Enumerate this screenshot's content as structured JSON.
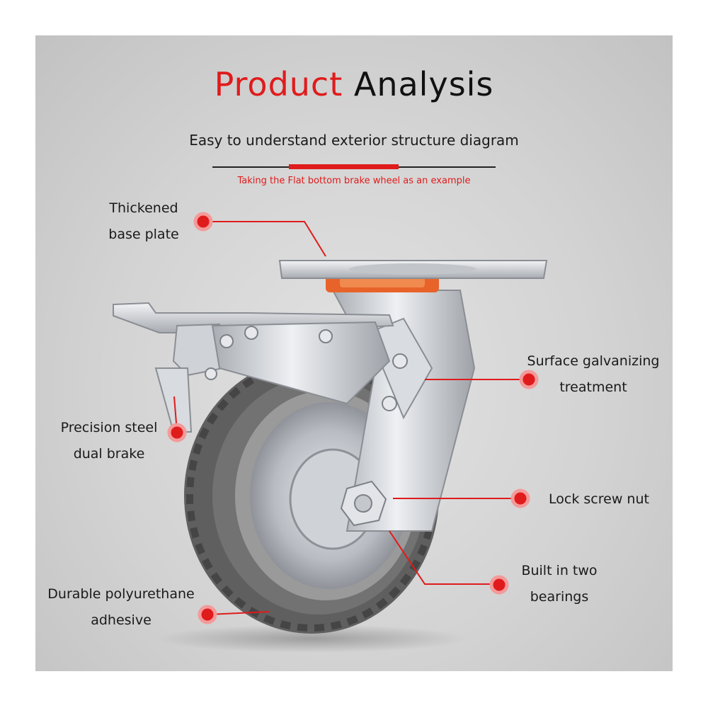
{
  "title": {
    "highlight": "Product",
    "rest": "Analysis"
  },
  "subtitle": "Easy to understand exterior structure diagram",
  "caption": "Taking the Flat bottom brake wheel as an example",
  "labels": {
    "base_plate": {
      "line1": "Thickened",
      "line2": "base plate"
    },
    "galvanizing": {
      "line1": "Surface galvanizing",
      "line2": "treatment"
    },
    "brake": {
      "line1": "Precision steel",
      "line2": "dual brake"
    },
    "nut": {
      "line1": "Lock screw nut"
    },
    "bearings": {
      "line1": "Built in two",
      "line2": "bearings"
    },
    "tire": {
      "line1": "Durable polyurethane",
      "line2": "adhesive"
    }
  },
  "colors": {
    "accent": "#e01b1b",
    "text": "#1a1a1a",
    "tire": "#6b6b6b",
    "steel": "#c9ccd1"
  }
}
